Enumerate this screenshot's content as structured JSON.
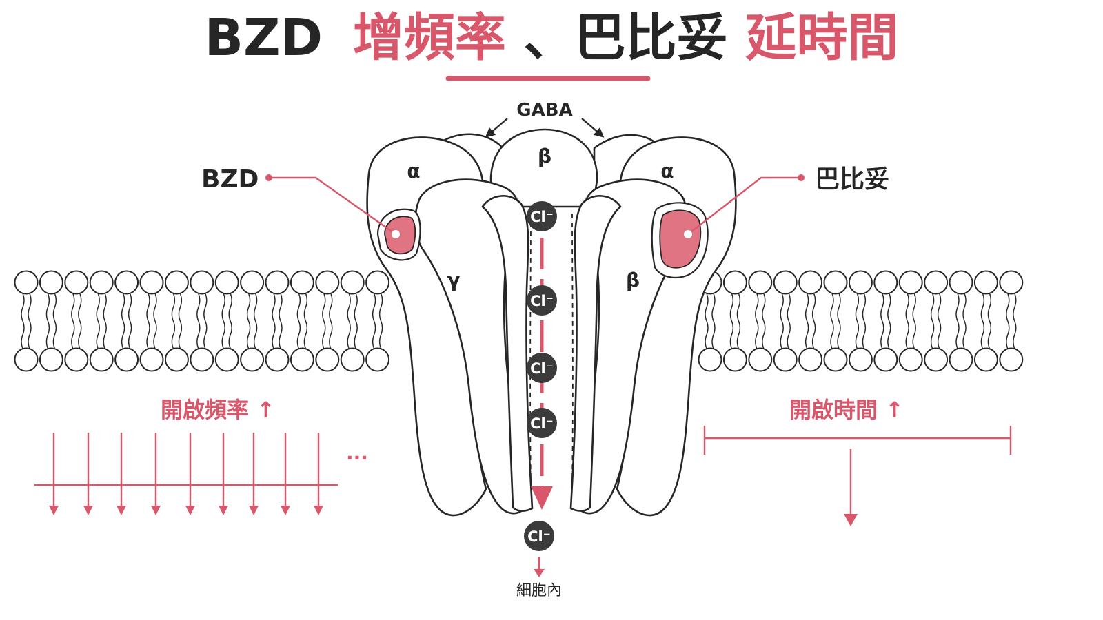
{
  "title": {
    "part1": "BZD",
    "part2": "增頻率",
    "part3": "、巴比妥",
    "part4": "延時間"
  },
  "labels": {
    "gaba": "GABA",
    "bzd": "BZD",
    "barbiturate": "巴比妥",
    "alpha_left": "α",
    "alpha_right": "α",
    "beta_top": "β",
    "beta_right": "β",
    "gamma": "γ",
    "chloride": "Cl⁻",
    "intracellular": "細胞內",
    "freq_up": "開啟頻率 ↑",
    "time_up": "開啟時間 ↑",
    "ellipsis": "···"
  },
  "colors": {
    "accent": "#d9576a",
    "ink": "#262626",
    "site_fill": "#e07482",
    "ion": "#3b3b3b"
  },
  "icons": {
    "gaba_arrow": "curved-arrow-icon",
    "down_arrow": "arrow-down-icon"
  }
}
